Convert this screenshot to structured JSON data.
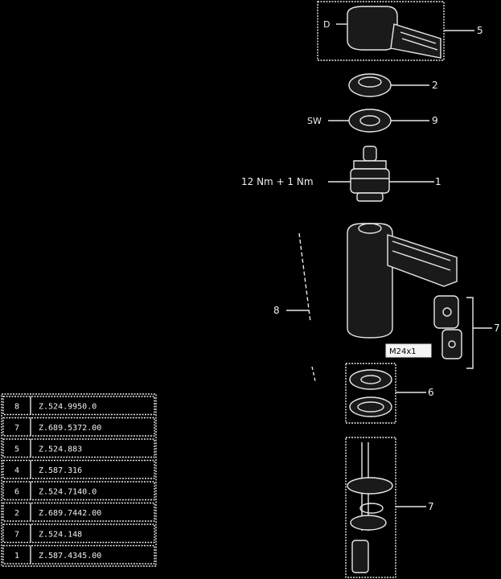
{
  "callouts": {
    "lever_number": "5",
    "cap_number": "2",
    "ring_number": "9",
    "ring_label": "SW",
    "cartridge_number": "1",
    "torque": "12 Nm + 1 Nm",
    "body_note": "8",
    "clip_number": "7",
    "screw_box": "M24x1",
    "gasket_number": "6",
    "pipe_number": "7",
    "lever_mark": "D"
  },
  "parts_table": [
    {
      "item": "8",
      "code": "Z.524.9950.0"
    },
    {
      "item": "7",
      "code": "Z.689.5372.00"
    },
    {
      "item": "5",
      "code": "Z.524.883"
    },
    {
      "item": "4",
      "code": "Z.587.316"
    },
    {
      "item": "6",
      "code": "Z.524.7140.0"
    },
    {
      "item": "2",
      "code": "Z.689.7442.00"
    },
    {
      "item": "7",
      "code": "Z.524.148"
    },
    {
      "item": "1",
      "code": "Z.587.4345.00"
    }
  ]
}
